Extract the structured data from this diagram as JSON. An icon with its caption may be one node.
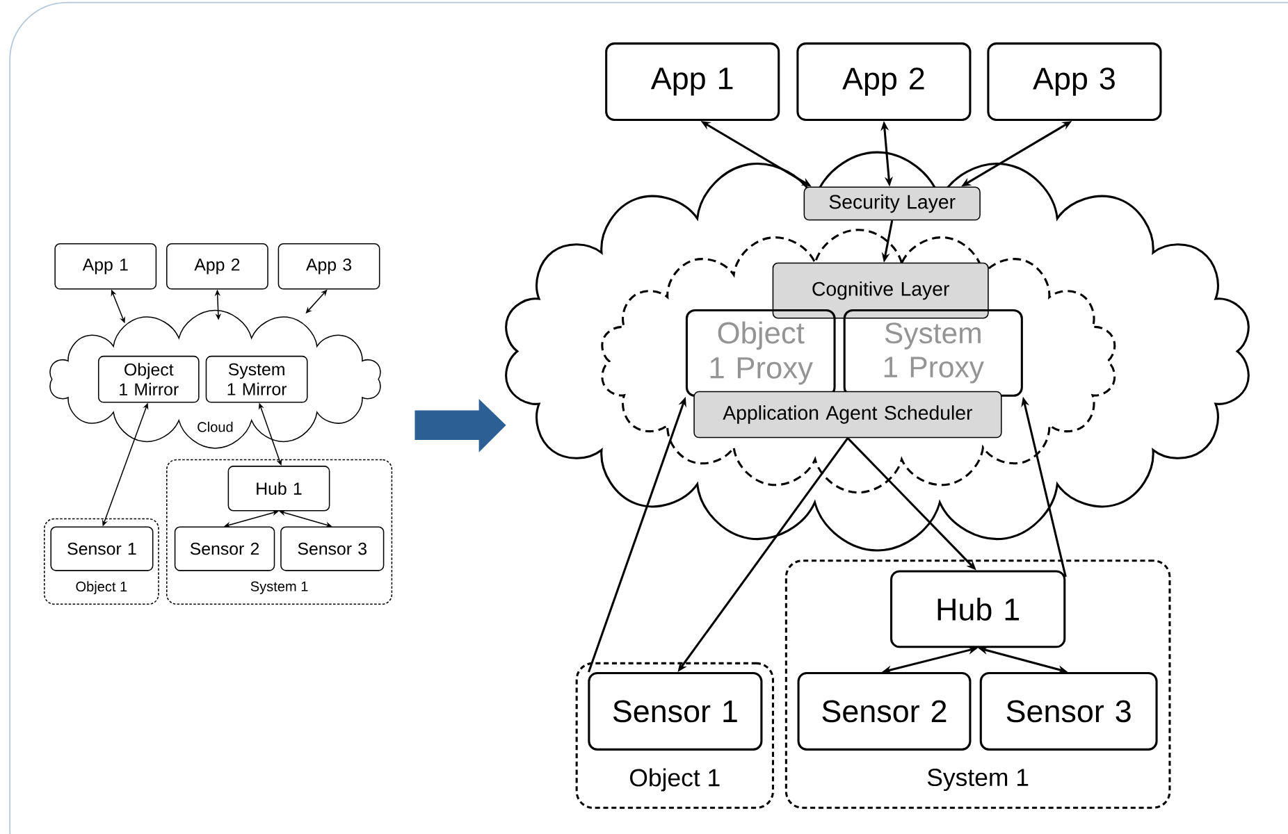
{
  "diagram": {
    "nodes": [
      {
        "text": [
          "App 1"
        ]
      },
      {
        "text": [
          "App 2"
        ]
      },
      {
        "text": [
          "App 3"
        ]
      },
      {
        "text": [
          "Cloud"
        ]
      },
      {
        "text": [
          "Object 1 Mirror"
        ],
        "in": 3
      },
      {
        "text": [
          "System 1 Mirror"
        ],
        "in": 3
      },
      {
        "text": [
          "Object 1"
        ]
      },
      {
        "text": [
          "Sensor 1"
        ],
        "in": 6
      },
      {
        "text": [
          "System 1"
        ]
      },
      {
        "text": [
          "Hub 1"
        ],
        "in": 8
      },
      {
        "text": [
          "Sensor 2"
        ],
        "in": 8
      },
      {
        "text": [
          "Sensor 3"
        ],
        "in": 8
      },
      {
        "text": [
          "App 1"
        ]
      },
      {
        "text": [
          "App 2"
        ]
      },
      {
        "text": [
          "App 3"
        ]
      },
      {
        "text": [],
        "shape": "cloud"
      },
      {
        "text": [],
        "shape": "cloud",
        "in": 15
      },
      {
        "text": [
          "Security Layer"
        ],
        "in": 15
      },
      {
        "text": [
          "Cognitive Layer"
        ],
        "in": 16
      },
      {
        "text": [
          "Object 1 Proxy"
        ],
        "in": 16
      },
      {
        "text": [
          "System 1 Proxy"
        ],
        "in": 16
      },
      {
        "text": [
          "Application Agent Scheduler"
        ],
        "in": 16
      },
      {
        "text": [
          "Object 1"
        ]
      },
      {
        "text": [
          "Sensor 1"
        ],
        "in": 22
      },
      {
        "text": [
          "System 1"
        ]
      },
      {
        "text": [
          "Hub 1"
        ],
        "in": 24
      },
      {
        "text": [
          "Sensor 2"
        ],
        "in": 24
      },
      {
        "text": [
          "Sensor 3"
        ],
        "in": 24
      }
    ],
    "edges": [
      {
        "from": 0,
        "to": 3,
        "arrow": "both"
      },
      {
        "from": 1,
        "to": 3,
        "arrow": "both"
      },
      {
        "from": 2,
        "to": 3,
        "arrow": "both"
      },
      {
        "from": 4,
        "to": 7,
        "arrow": "both"
      },
      {
        "from": 5,
        "to": 9,
        "arrow": "both"
      },
      {
        "from": 9,
        "to": 10,
        "arrow": "both"
      },
      {
        "from": 9,
        "to": 11,
        "arrow": "both"
      },
      {
        "from": 12,
        "to": 17,
        "arrow": "both"
      },
      {
        "from": 13,
        "to": 17,
        "arrow": "both"
      },
      {
        "from": 14,
        "to": 17,
        "arrow": "both"
      },
      {
        "from": 17,
        "to": 18,
        "arrow": "to"
      },
      {
        "from": 23,
        "to": 19,
        "arrow": "to"
      },
      {
        "from": 21,
        "to": 23,
        "arrow": "to"
      },
      {
        "from": 21,
        "to": 25,
        "arrow": "to"
      },
      {
        "from": 25,
        "to": 20,
        "arrow": "to"
      },
      {
        "from": 25,
        "to": 26,
        "arrow": "both"
      },
      {
        "from": 25,
        "to": 27,
        "arrow": "both"
      }
    ]
  }
}
